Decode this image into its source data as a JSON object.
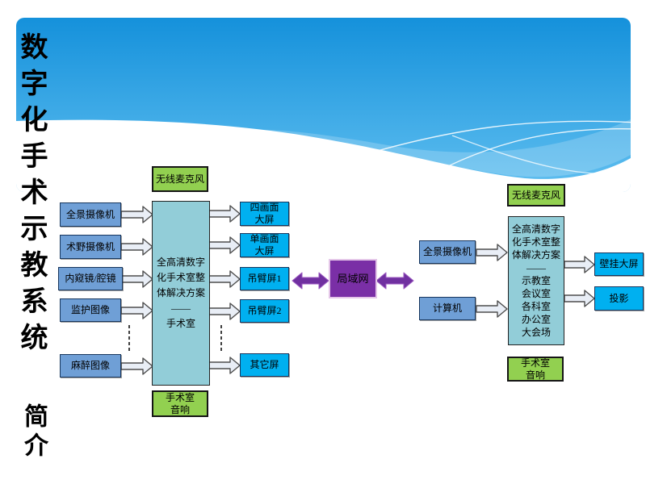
{
  "title": {
    "main": "数字化手术示教系统",
    "sub": "简介"
  },
  "colors": {
    "banner_top": "#1591db",
    "banner_bottom": "#60bff0",
    "source_box": "#6f9fd6",
    "solution_box": "#92cdd8",
    "display_box": "#00b0f0",
    "green_box": "#92d050",
    "lan_box": "#7a2fa6",
    "arrow_purple": "#7030a0"
  },
  "left_unit": {
    "mic_label": "无线麦克风",
    "sources": [
      "全景摄像机",
      "术野摄像机",
      "内窥镜/腔镜",
      "监护图像",
      "麻醉图像"
    ],
    "solution": [
      "全高清数字",
      "化手术室整",
      "体解决方案",
      "——",
      "手术室"
    ],
    "audio": [
      "手术室",
      "音响"
    ],
    "displays": [
      [
        "四画面",
        "大屏"
      ],
      [
        "单画面",
        "大屏"
      ],
      [
        "吊臂屏1"
      ],
      [
        "吊臂屏2"
      ],
      [
        "其它屏"
      ]
    ]
  },
  "network": {
    "label": "局域网"
  },
  "right_unit": {
    "mic_label": "无线麦克风",
    "sources": [
      "全景摄像机",
      "计算机"
    ],
    "solution": [
      "全高清数字",
      "化手术室整",
      "体解决方案",
      "——",
      "示教室",
      "会议室",
      "各科室",
      "办公室",
      "大会场"
    ],
    "audio": [
      "手术室",
      "音响"
    ],
    "displays": [
      "壁挂大屏",
      "投影"
    ]
  }
}
